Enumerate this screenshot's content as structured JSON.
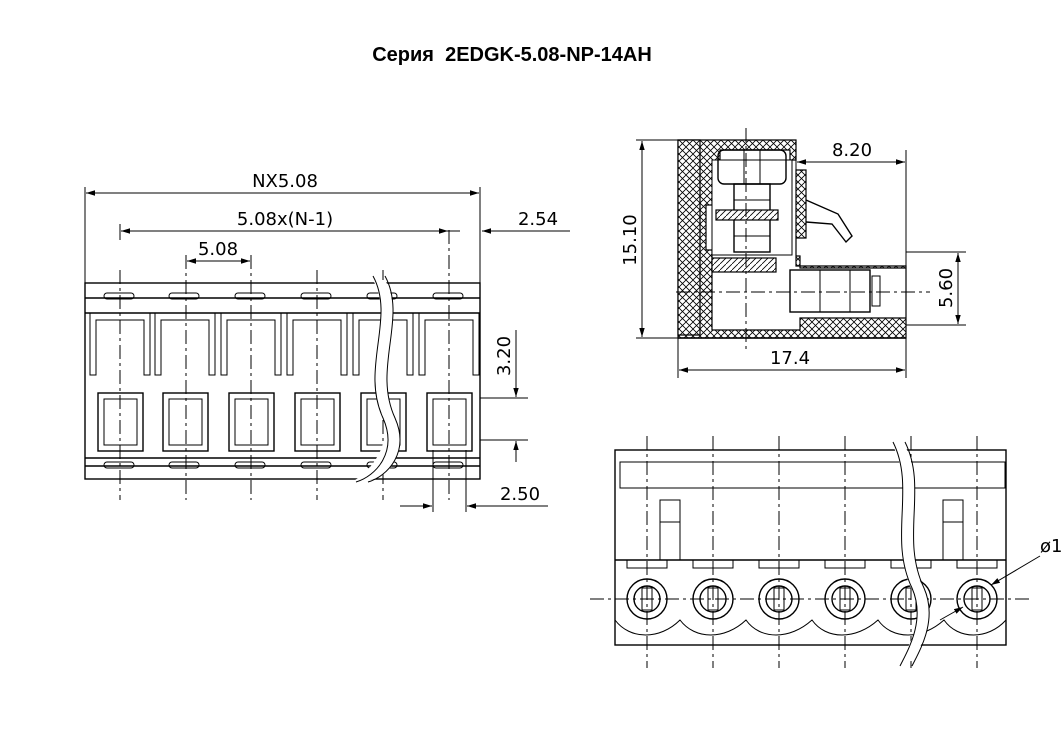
{
  "title": "Серия  2EDGK-5.08-NP-14AH",
  "dimensions": {
    "nx_pitch": "NX5.08",
    "span_pitch": "5.08x(N-1)",
    "pitch": "5.08",
    "edge_offset": "2.54",
    "height_small": "3.20",
    "window_width": "2.50",
    "depth_top": "8.20",
    "height_total": "15.10",
    "height_pin": "5.60",
    "length_total": "17.4",
    "hole_diameter": "ø1"
  }
}
